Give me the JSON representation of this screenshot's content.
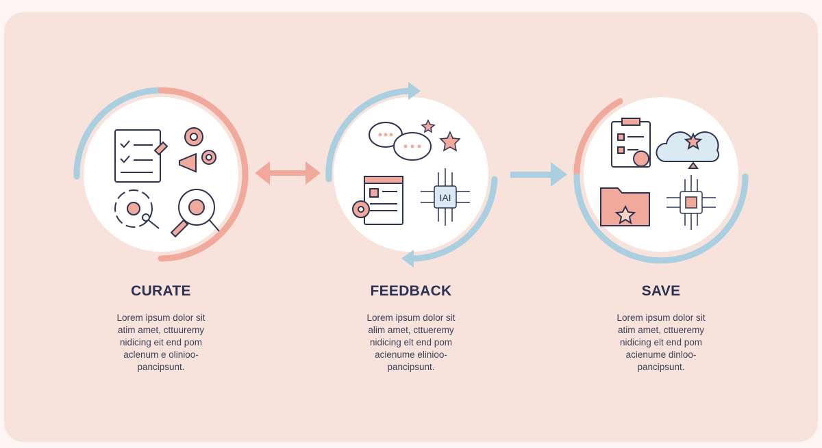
{
  "steps": [
    {
      "title": "CURATE",
      "body": "Lorem ipsum dolor sit atim amet, cttuuremy nidicing eit end pom aclenum e olinioo-pancipsunt."
    },
    {
      "title": "FEEDBACK",
      "body": "Lorem ipsum dolor sit alim amet, cttueremy nidicing elt end pom acienume elinioo-pancipsunt."
    },
    {
      "title": "SAVE",
      "body": "Lorem ipsum dolor sit atim amet, cttueremy nidicing elt end pom acienume dinloo-pancipsunt."
    }
  ],
  "icons": {
    "curate": [
      "checklist-notepad-icon",
      "gears-icon",
      "megaphone-icon",
      "target-cycle-icon",
      "magnifier-icon"
    ],
    "feedback": [
      "chat-bubbles-icon",
      "stars-icon",
      "document-gear-icon",
      "ai-chip-icon"
    ],
    "save": [
      "clipboard-dollar-icon",
      "cloud-star-icon",
      "folder-star-icon",
      "chip-icon"
    ]
  },
  "colors": {
    "pink": "#f0a99b",
    "blue": "#a9cfe0",
    "navy": "#2b3150",
    "background": "#f8e2dc"
  }
}
